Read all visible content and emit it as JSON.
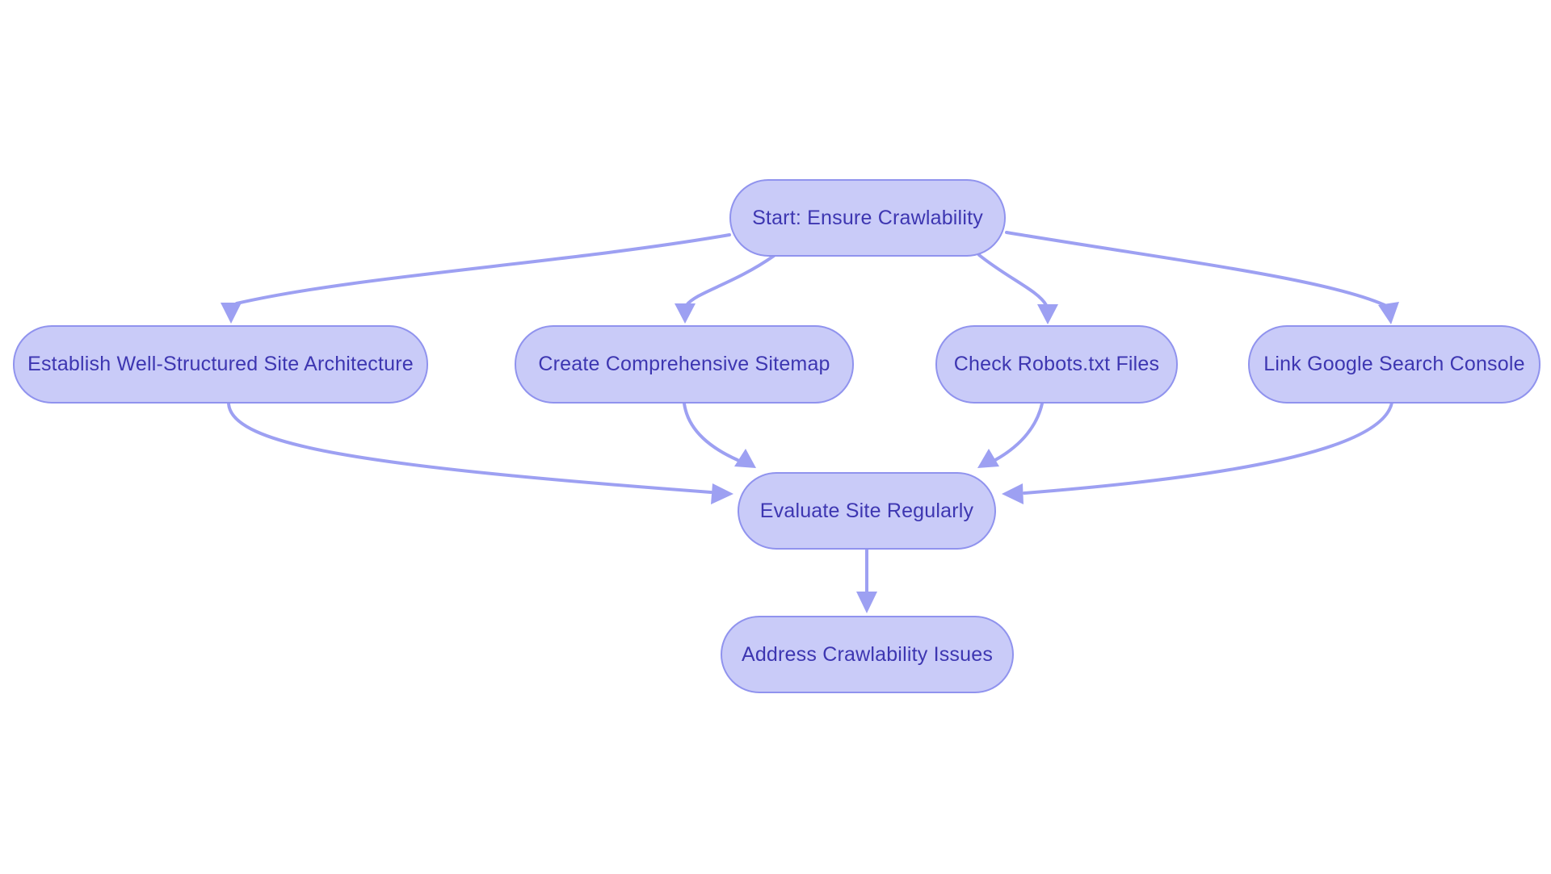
{
  "diagram": {
    "type": "flowchart",
    "direction": "top-down",
    "nodes": [
      {
        "id": "start",
        "label": "Start: Ensure Crawlability"
      },
      {
        "id": "architecture",
        "label": "Establish Well-Structured Site Architecture"
      },
      {
        "id": "sitemap",
        "label": "Create Comprehensive Sitemap"
      },
      {
        "id": "robots",
        "label": "Check Robots.txt Files"
      },
      {
        "id": "gsc",
        "label": "Link Google Search Console"
      },
      {
        "id": "evaluate",
        "label": "Evaluate Site Regularly"
      },
      {
        "id": "address",
        "label": "Address Crawlability Issues"
      }
    ],
    "edges": [
      {
        "from": "start",
        "to": "architecture"
      },
      {
        "from": "start",
        "to": "sitemap"
      },
      {
        "from": "start",
        "to": "robots"
      },
      {
        "from": "start",
        "to": "gsc"
      },
      {
        "from": "architecture",
        "to": "evaluate"
      },
      {
        "from": "sitemap",
        "to": "evaluate"
      },
      {
        "from": "robots",
        "to": "evaluate"
      },
      {
        "from": "gsc",
        "to": "evaluate"
      },
      {
        "from": "evaluate",
        "to": "address"
      }
    ],
    "colors": {
      "node_fill": "#c9cbf8",
      "node_border": "#9093ee",
      "node_text": "#3d36b1",
      "edge": "#9da0f2",
      "bg": "#ffffff"
    }
  }
}
